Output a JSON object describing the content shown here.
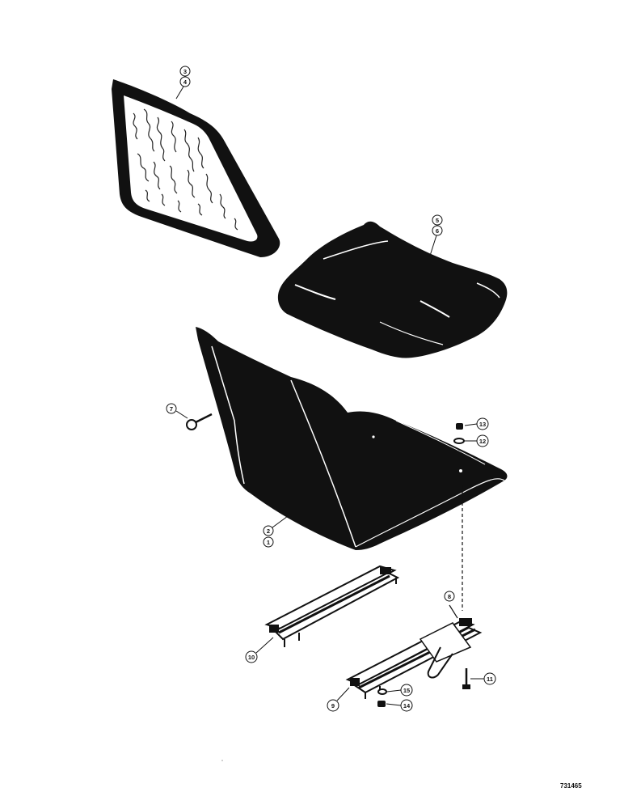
{
  "figure": {
    "callouts": {
      "c1": "1",
      "c2": "2",
      "c3": "3",
      "c4": "4",
      "c5": "5",
      "c6": "6",
      "c7": "7",
      "c8": "8",
      "c9": "9",
      "c10": "10",
      "c11": "11",
      "c12": "12",
      "c13": "13",
      "c14": "14",
      "c15": "15"
    },
    "figure_number": "731465"
  },
  "colors": {
    "ink": "#111111",
    "paper": "#ffffff"
  }
}
